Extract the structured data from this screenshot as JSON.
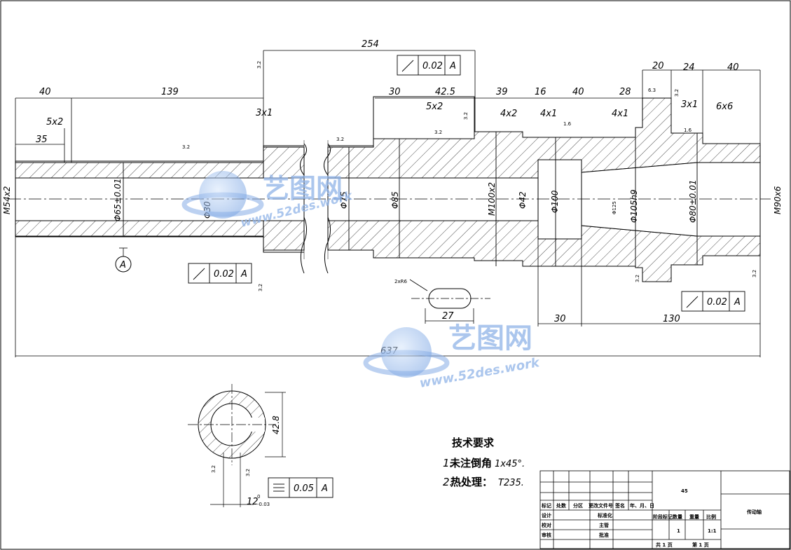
{
  "dimensions": {
    "d254": "254",
    "d40": "40",
    "d139": "139",
    "d5x2": "5x2",
    "d35": "35",
    "d3x1a": "3x1",
    "d30a": "30",
    "d425": "42.5",
    "d5x2b": "5x2",
    "d39": "39",
    "d4x2": "4x2",
    "d16": "16",
    "d4x1a": "4x1",
    "d40b": "40",
    "d28": "28",
    "d4x1b": "4x1",
    "d20": "20",
    "d24": "24",
    "d40c": "40",
    "d3x1b": "3x1",
    "d6x6": "6x6",
    "d27": "27",
    "d2xR6": "2xR6",
    "d30b": "30",
    "d130": "130",
    "d637": "637",
    "m54": "M54x2",
    "phi65": "Φ65±0.01",
    "phi30": "Φ30",
    "phi75": "Φ75",
    "phi85": "Φ85",
    "m100": "M100x2",
    "phi42": "Φ42",
    "phi100": "Φ100",
    "phi125": "Φ125",
    "phi105": "Φ105h9",
    "phi80": "Φ80±0.01",
    "m90": "M90x6",
    "d428": "42.8",
    "d12": "12",
    "d12tol": "-0.03",
    "d12up": "0"
  },
  "tolerances": {
    "runout_val": "0.02",
    "runout_datum": "A",
    "sym_val": "0.05",
    "sym_datum": "A",
    "datum_label": "A"
  },
  "roughness": {
    "r32": "3.2",
    "r16": "1.6",
    "r63": "6.3"
  },
  "notes": {
    "title": "技术要求",
    "line1_prefix": "1.",
    "line1_text": "未注倒角",
    "line1_value": "1x45°.",
    "line2_prefix": "2.",
    "line2_text": "热处理：",
    "line2_value": "T235."
  },
  "title_block": {
    "material": "45",
    "part_name": "传动轴",
    "h_mark": "标记",
    "h_count": "处数",
    "h_zone": "分区",
    "h_docno": "更改文件号",
    "h_sign": "签名",
    "h_date": "年、月、日",
    "r_design": "设计",
    "r_std": "标准化",
    "r_check": "校对",
    "r_chief": "主管",
    "r_review": "审核",
    "r_approve": "批准",
    "stage_mark": "阶段标记",
    "weight": "重量",
    "scale_label": "比例",
    "qty_label": "数量",
    "qty": "1",
    "scale": "1:1",
    "sheets_total": "共 1 页",
    "sheet_no": "第 1 页"
  },
  "watermark": {
    "brand": "艺图网",
    "url": "www.52des.work"
  },
  "colors": {
    "line": "#000000",
    "watermark": "#8fb3e8"
  }
}
